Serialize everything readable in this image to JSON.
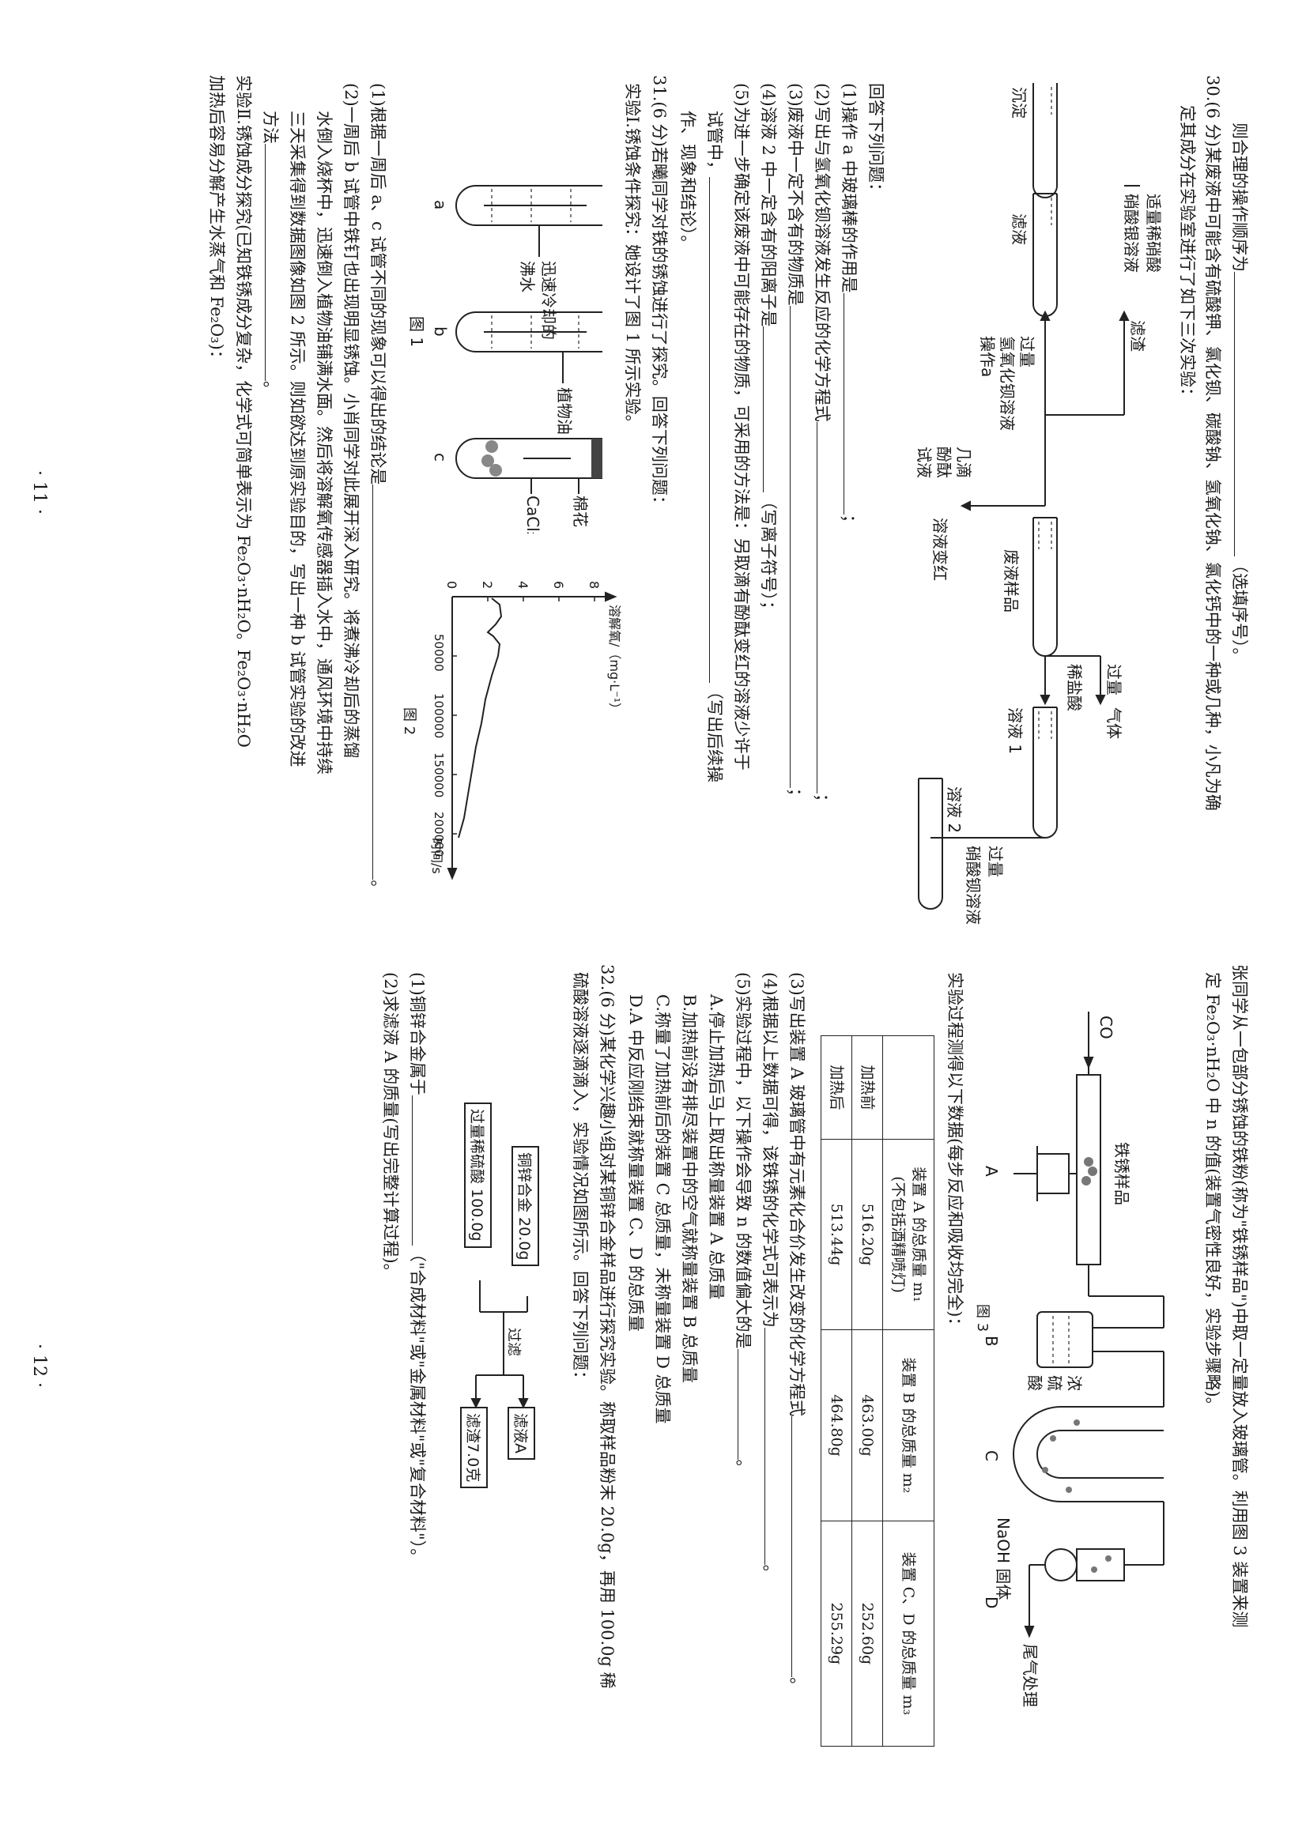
{
  "left_page": {
    "q29_tail": {
      "text": "则合理的操作顺序为",
      "hint": "（选填序号）。"
    },
    "q30": {
      "line1": "30.(6 分)某废液中可能含有硫酸钾、氯化钡、碳酸钠、氢氧化钠、氯化钙中的一种或几种，小凡为确",
      "line2": "定其成分在实验室进行了如下三次实验：",
      "diagram": {
        "sample": "废液样品",
        "reagent1": "过量",
        "reagent1b": "稀盐酸",
        "gas": "气体",
        "solution1": "溶液 1",
        "reagent2": "过量",
        "reagent2b": "硝酸钡溶液",
        "solution2": "溶液 2",
        "reagent3": "过量",
        "reagent3b": "氢氧化钡溶液",
        "operation": "操作a",
        "residue": "滤渣",
        "filtrate": "滤液",
        "reagent4": "适量稀硝酸",
        "reagent4b": "硝酸银溶液",
        "precipitate": "沉淀",
        "indicator1": "几滴",
        "indicator2": "酚酞",
        "indicator3": "试液",
        "turns_red": "溶液变红"
      },
      "answer_intro": "回答下列问题：",
      "sub1": "(1)操作 a 中玻璃棒的作用是",
      "sub2": "(2)写出与氢氧化钡溶液发生反应的化学方程式",
      "sub3": "(3)废液中一定不含有的物质是",
      "sub4": "(4)溶液 2 中一定含有的阳离子是",
      "sub4_hint": "（写离子符号）；",
      "sub5a": "(5)为进一步确定该废液中可能存在的物质，可采用的方法是：另取滴有酚酞变红的溶液少许于",
      "sub5b": "试管中，",
      "sub5_hint": "（写出后续操",
      "sub5c": "作、现象和结论）。"
    },
    "q31": {
      "line1": "31.(6 分)若曦同学对铁的锈蚀进行了探究。回答下列问题：",
      "line2": "实验Ⅰ.锈蚀条件探究：她设计了图 1 所示实验。",
      "fig1": {
        "label_a": "a",
        "label_b": "b",
        "label_c": "c",
        "cooled": "迅速冷却的",
        "water": "沸水",
        "oil": "植物油",
        "cotton": "棉花",
        "cacl2": "CaCl₂",
        "caption": "图 1"
      },
      "fig2": {
        "caption": "图 2",
        "ylabel": "溶解氧/（mg·L⁻¹）",
        "xlabel": "时间/s",
        "yticks": [
          "0",
          "2",
          "4",
          "6",
          "8"
        ],
        "xticks": [
          "50000",
          "100000",
          "150000",
          "200000"
        ]
      },
      "sub1": "(1)根据一周后 a、c 试管不同的现象可以得出的结论是",
      "sub2a": "(2)一周后 b 试管中铁钉也出现明显锈蚀。小肖同学对此展开深入研究。将煮沸冷却后的蒸馏",
      "sub2b": "水倒入烧杯中，迅速倒入植物油铺满水面。然后将溶解氧传感器插入水中，通风环境中持续",
      "sub2c": "三天采集得到数据图像如图 2 所示。则如欲达到原实验目的，写出一种 b 试管实验的改进",
      "sub2d": "方法",
      "exp2a": "实验Ⅱ.锈蚀成分探究(已知铁锈成分复杂，化学式可简单表示为 Fe₂O₃·nH₂O。Fe₂O₃·nH₂O",
      "exp2b": "加热后容易分解产生水蒸气和 Fe₂O₃)："
    },
    "page_number": "· 11 ·"
  },
  "right_page": {
    "intro1": "张同学从一包部分锈蚀的铁粉(称为\"铁锈样品\")中取一定量放入玻璃管。利用图 3 装置来测",
    "intro2": "定 Fe₂O₃·nH₂O 中 n 的值(装置气密性良好，实验步骤略)。",
    "fig3": {
      "co": "CO",
      "sample": "铁锈样品",
      "acid1": "浓",
      "acid2": "硫",
      "acid3": "酸",
      "naoh": "NaOH 固体",
      "exhaust": "尾气处理",
      "A": "A",
      "B": "B",
      "C": "C",
      "D": "D",
      "caption": "图 3"
    },
    "table_intro": "实验过程测得以下数据(每步反应和吸收均完全)：",
    "table": {
      "headers": [
        "",
        "装置 A 的总质量 m₁",
        "装置 B 的总质量 m₂",
        "装置 C、D 的总质量 m₃"
      ],
      "header_note": "(不包括酒精喷灯)",
      "rows": [
        {
          "label": "加热前",
          "a": "516.20g",
          "b": "463.00g",
          "c": "252.60g"
        },
        {
          "label": "加热后",
          "a": "513.44g",
          "b": "464.80g",
          "c": "255.29g"
        }
      ]
    },
    "s3": "(3)写出装置 A 玻璃管中有元素化合价发生改变的化学方程式",
    "s4": "(4)根据以上数据可得，该铁锈的化学式可表示为",
    "s5": "(5)实验过程中，以下操作会导致 n 的数值偏大的是",
    "optA": "A.停止加热后马上取出称量装置 A 总质量",
    "optB": "B.加热前没有排尽装置中的空气就称量装置 B 总质量",
    "optC": "C.称量了加热前后的装置 C 总质量，未称量装置 D 总质量",
    "optD": "D.A 中反应刚结束就称量装置 C、D 的总质量",
    "q32": {
      "line1": "32.(6 分)某化学兴趣小组对某铜锌合金样品进行探究实验。称取样品粉末 20.0g，再用 100.0g 稀",
      "line2": "硫酸溶液逐滴滴入，实验情况如图所示。回答下列问题：",
      "flow_alloy": "铜锌合金 20.0g",
      "flow_acid": "过量稀硫酸 100.0g",
      "flow_filter": "过滤",
      "flow_filtrate": "滤液A",
      "flow_residue": "滤渣7.0克",
      "sub1": "(1)铜锌合金属于",
      "sub1_hint": "（\"合成材料\"或\"金属材料\"或\"复合材料\"）。",
      "sub2": "(2)求滤液 A 的质量(写出完整计算过程)。"
    },
    "page_number": "· 12 ·"
  }
}
